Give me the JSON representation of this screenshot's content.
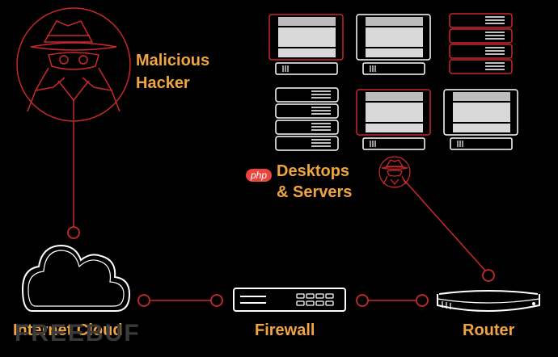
{
  "labels": {
    "hacker_line1": "Malicious",
    "hacker_line2": "Hacker",
    "desktops_line1": "Desktops",
    "desktops_line2": "& Servers",
    "cloud": "Internet Cloud",
    "firewall": "Firewall",
    "router": "Router"
  },
  "watermark": "FREEBUF",
  "badge": "php",
  "colors": {
    "background": "#000000",
    "accent_red": "#c8282d",
    "label_orange": "#f0a540",
    "device_white": "#ffffff",
    "panel_gray": "#d9d9d9"
  }
}
